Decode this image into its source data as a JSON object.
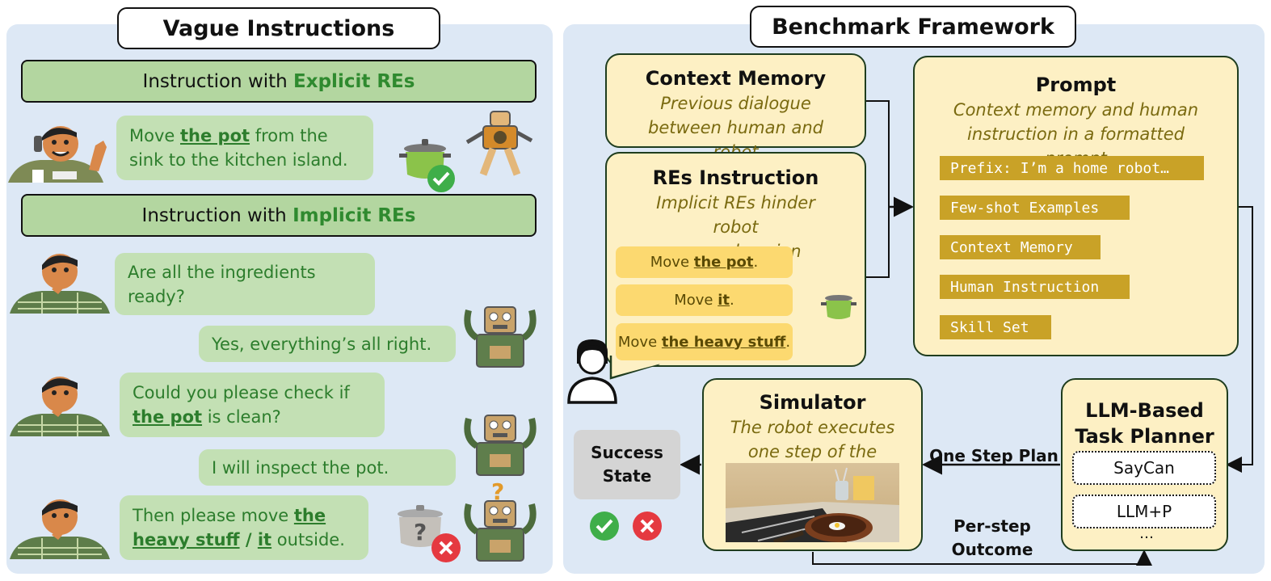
{
  "left": {
    "title": "Vague Instructions",
    "explicit_bar": {
      "prefix": "Instruction with ",
      "highlight": "Explicit REs"
    },
    "implicit_bar": {
      "prefix": "Instruction with ",
      "highlight": "Implicit REs"
    },
    "explicit_msg": {
      "a": "Move ",
      "b": "the pot",
      "c": " from the sink to the kitchen island."
    },
    "dialog": {
      "q1": "Are all the ingredients ready?",
      "r1": "Yes, everything’s all right.",
      "q2a": "Could you please check if ",
      "q2b": "the pot",
      "q2c": " is clean?",
      "r2": "I will inspect the pot.",
      "q3a": "Then please move ",
      "q3b": "the heavy stuff",
      "q3c": " / ",
      "q3d": "it",
      "q3e": " outside."
    }
  },
  "right": {
    "title": "Benchmark Framework",
    "context_memory": {
      "title": "Context Memory",
      "sub": "Previous dialogue between human and robot"
    },
    "res_instruction": {
      "title": "REs Instruction",
      "sub": "Implicit REs hinder robot comprehension",
      "pills": [
        {
          "pre": "Move ",
          "ref": "the pot",
          "post": "."
        },
        {
          "pre": "Move ",
          "ref": "it",
          "post": "."
        },
        {
          "pre": "Move ",
          "ref": "the heavy stuff",
          "post": "."
        }
      ]
    },
    "prompt": {
      "title": "Prompt",
      "sub": "Context memory and human instruction in a formatted prompt",
      "items": [
        "Prefix: I’m a home robot…",
        "Few-shot Examples",
        "Context Memory",
        "Human Instruction",
        "Skill Set"
      ]
    },
    "planner": {
      "title_1": "LLM-Based",
      "title_2": "Task Planner",
      "methods": [
        "SayCan",
        "LLM+P"
      ],
      "more": "…"
    },
    "simulator": {
      "title": "Simulator",
      "sub": "The robot executes one step of the planner."
    },
    "success": {
      "line1": "Success",
      "line2": "State"
    },
    "one_step_plan": "One Step Plan",
    "per_step": {
      "line1": "Per-step",
      "line2": "Outcome"
    }
  },
  "colors": {
    "panel": "#dde8f5",
    "green_text": "#2c7d2c",
    "yellow_box": "#fdf0c4",
    "code_box": "#c9a227"
  }
}
